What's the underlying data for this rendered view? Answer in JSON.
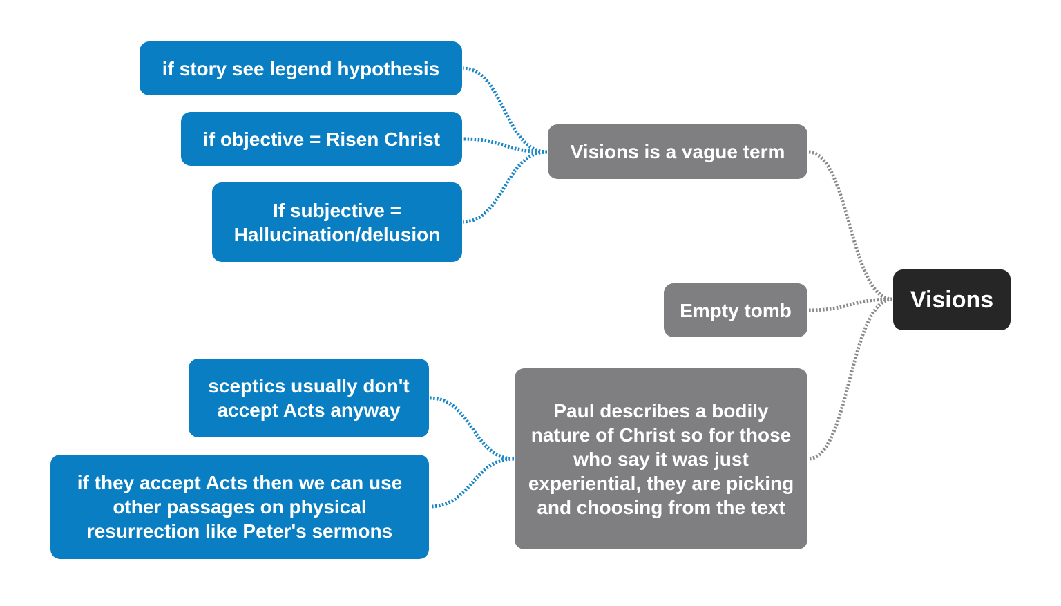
{
  "colors": {
    "root": "#262626",
    "topic": "#7f7f81",
    "subtopic": "#0a7ec2",
    "text": "#ffffff"
  },
  "mindmap": {
    "root": {
      "label": "Visions"
    },
    "topics": [
      {
        "label": "Visions is a vague term",
        "children": [
          {
            "label": "if story see legend hypothesis"
          },
          {
            "label": "if objective = Risen Christ"
          },
          {
            "label": "If subjective = Hallucination/delusion"
          }
        ]
      },
      {
        "label": "Empty tomb",
        "children": []
      },
      {
        "label": "Paul describes a bodily nature of Christ so for those who say it was just experiential, they are picking and choosing from the text",
        "children": [
          {
            "label": "sceptics usually don't accept Acts anyway"
          },
          {
            "label": "if they accept Acts then we can use other passages on physical resurrection like Peter's sermons"
          }
        ]
      }
    ]
  }
}
